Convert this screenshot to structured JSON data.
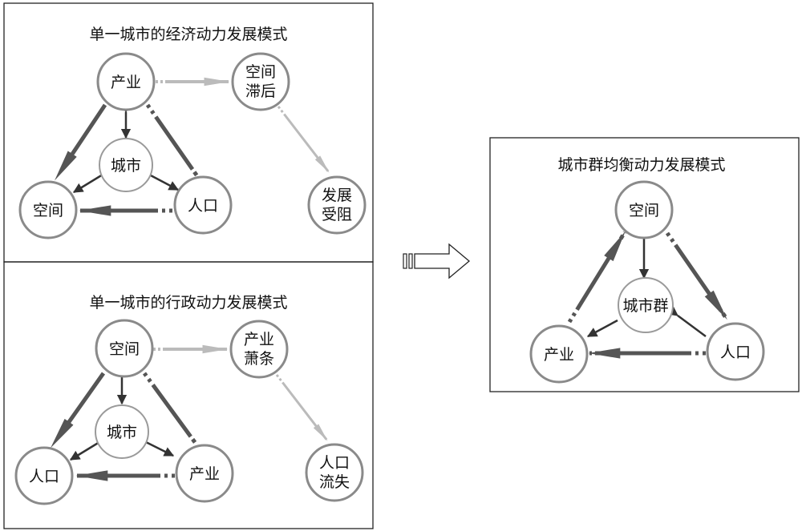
{
  "panel_economic": {
    "title": "单一城市的经济动力发展模式",
    "top": "产业",
    "center": "城市",
    "left": "空间",
    "right": "人口",
    "side_top_1": "空间",
    "side_top_2": "滞后",
    "side_bottom_1": "发展",
    "side_bottom_2": "受阻"
  },
  "panel_admin": {
    "title": "单一城市的行政动力发展模式",
    "top": "空间",
    "center": "城市",
    "left": "人口",
    "right": "产业",
    "side_top_1": "产业",
    "side_top_2": "萧条",
    "side_bottom_1": "人口",
    "side_bottom_2": "流失"
  },
  "panel_cluster": {
    "title": "城市群均衡动力发展模式",
    "top": "空间",
    "center": "城市群",
    "left": "产业",
    "right": "人口"
  },
  "colors": {
    "border": "#222222",
    "node_stroke": "#8a8a8a",
    "arrow": "#555555",
    "light_arrow": "#bbbbbb"
  }
}
